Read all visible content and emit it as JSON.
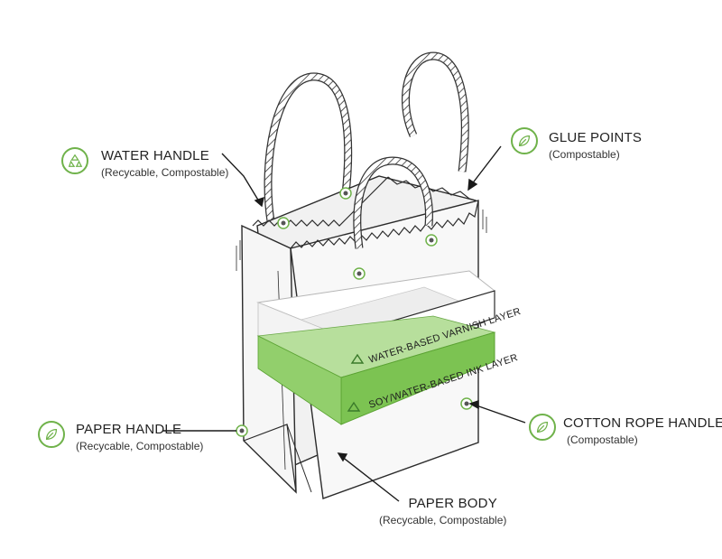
{
  "colors": {
    "accent": "#7cc352",
    "accent_dark": "#5aa232",
    "line": "#2b2b2b",
    "bag": "#f4f4f4"
  },
  "labels": {
    "water_handle": {
      "title": "WATER HANDLE",
      "sub": "(Recycable, Compostable)",
      "icon": "recycle-icon"
    },
    "glue_points": {
      "title": "GLUE POINTS",
      "sub": "(Compostable)",
      "icon": "leaf-icon"
    },
    "paper_handle": {
      "title": "PAPER HANDLE",
      "sub": "(Recycable, Compostable)",
      "icon": "leaf-icon"
    },
    "cotton_rope_handle": {
      "title": "COTTON ROPE HANDLE",
      "sub": "(Compostable)",
      "icon": "leaf-icon"
    },
    "paper_body": {
      "title": "PAPER BODY",
      "sub": "(Recycable, Compostable)"
    }
  },
  "layers": {
    "varnish": "WATER-BASED VARNISH LAYER",
    "ink": "SOY/WATER-BASED INK LAYER"
  }
}
